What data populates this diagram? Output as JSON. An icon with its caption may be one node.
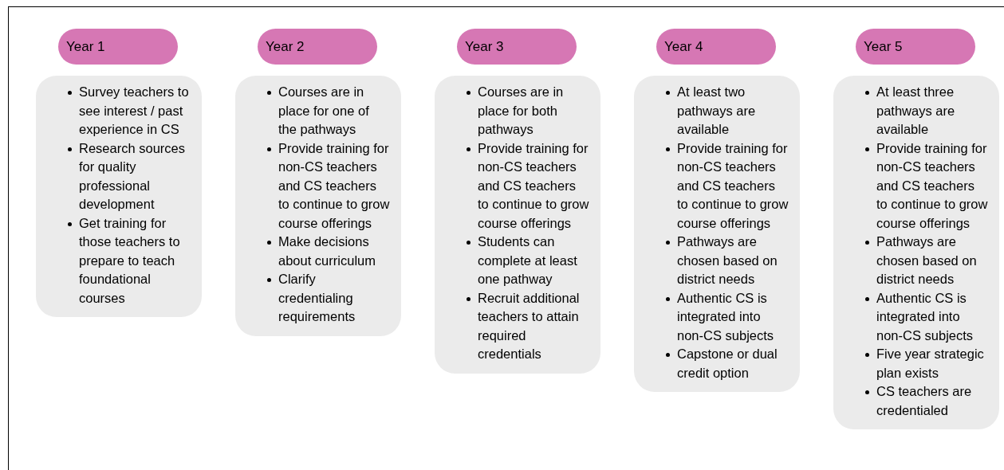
{
  "diagram": {
    "nodes": [
      {
        "text": [
          "Year 1"
        ]
      },
      {
        "text": [
          "Survey teachers to see interest / past experience in CS",
          "Research sources for quality professional development",
          "Get training for those teachers to prepare to teach foundational courses"
        ]
      },
      {
        "text": [
          "Year 2"
        ]
      },
      {
        "text": [
          "Courses are in place for one of the pathways",
          "Provide training for non-CS teachers and CS teachers to continue to grow course offerings",
          "Make decisions about curriculum",
          "Clarify credentialing requirements"
        ]
      },
      {
        "text": [
          "Year 3"
        ]
      },
      {
        "text": [
          "Courses are in place for both pathways",
          "Provide training for non-CS teachers and CS teachers to continue to grow course offerings",
          "Students can complete at least one pathway",
          "Recruit additional teachers to attain required credentials"
        ]
      },
      {
        "text": [
          "Year 4"
        ]
      },
      {
        "text": [
          "At least two pathways are available",
          "Provide training for non-CS teachers and CS teachers to continue to grow course offerings",
          "Pathways are chosen based on district needs",
          "Authentic CS is integrated into non-CS subjects",
          "Capstone or dual credit option"
        ]
      },
      {
        "text": [
          "Year 5"
        ]
      },
      {
        "text": [
          "At least three pathways are available",
          "Provide training for non-CS teachers and CS teachers to continue to grow course offerings",
          "Pathways are chosen based on district needs",
          "Authentic CS is integrated into non-CS subjects",
          "Five year strategic plan exists",
          "CS teachers are credentialed"
        ]
      }
    ]
  }
}
